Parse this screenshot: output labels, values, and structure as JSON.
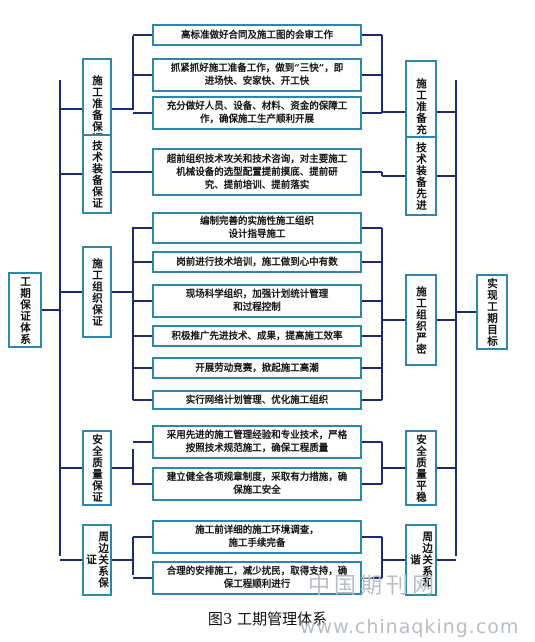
{
  "root": "工期保证体系",
  "target": "实现工期目标",
  "groups": [
    {
      "left": "施工准备保证",
      "right": "施工准备充分",
      "items": [
        [
          "高标准做好合同及施工图的会审工作"
        ],
        [
          "抓紧抓好施工准备工作，做到“三快”，即",
          "进场快、安家快、开工快"
        ],
        [
          "充分做好人员、设备、材料、资金的保障工",
          "作，确保施工生产顺利开展"
        ]
      ]
    },
    {
      "left": "技术装备保证",
      "right": "技术装备先进",
      "items": [
        [
          "超前组织技术攻关和技术咨询，对主要施工",
          "机械设备的选型配置提前摸底、提前研",
          "究、提前培训、提前落实"
        ]
      ]
    },
    {
      "left": "施工组织保证",
      "right": "施工组织严密",
      "items": [
        [
          "编制完善的实施性施工组织",
          "设计指导施工"
        ],
        [
          "岗前进行技术培训，施工做到心中有数"
        ],
        [
          "现场科学组织，加强计划统计管理",
          "和过程控制"
        ],
        [
          "积极推广先进技术、成果，提高施工效率"
        ],
        [
          "开展劳动竞赛，掀起施工高潮"
        ],
        [
          "实行网络计划管理、优化施工组织"
        ]
      ]
    },
    {
      "left": "安全质量保证",
      "right": "安全质量平稳",
      "items": [
        [
          "采用先进的施工管理经验和专业技术，严格",
          "按照技术规范施工，确保工程质量"
        ],
        [
          "建立健全各项规章制度，采取有力措施，确",
          "保施工安全"
        ]
      ]
    },
    {
      "left": "周边关系保证",
      "right": "周边关系和谐",
      "items": [
        [
          "施工前详细的施工环境调查，",
          "施工手续完备"
        ],
        [
          "合理的安排施工，减少扰民，取得支持，确",
          "保工程顺利进行"
        ]
      ]
    }
  ],
  "caption": "图3  工期管理体系",
  "watermark": {
    "cn": "中国期刊网",
    "url": "www.chinaqking.com"
  },
  "colors": {
    "box_border": "#2e86a8",
    "connector": "#1e2a6f",
    "watermark": "#b9bdc4"
  }
}
